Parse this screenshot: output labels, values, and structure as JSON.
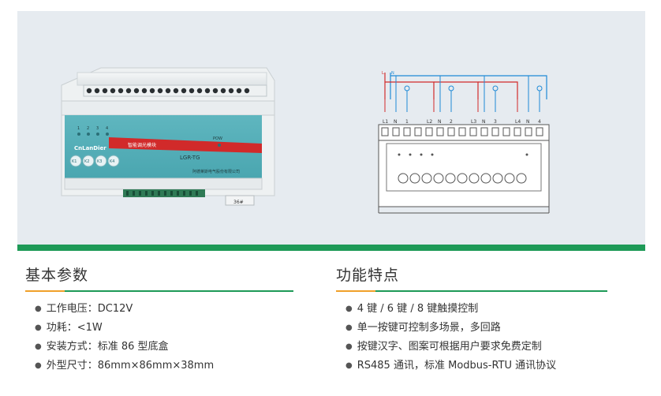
{
  "device": {
    "brand": "CnLanDier",
    "product_name": "智能调光模块",
    "model": "LGR-TG",
    "company": "阿德莱斯电气股份有限公司",
    "pow_label": "POW",
    "led_numbers": [
      "1",
      "2",
      "3",
      "4"
    ],
    "keys": [
      "K1",
      "K2",
      "K3",
      "K4"
    ],
    "size_tag": "36#"
  },
  "wiring": {
    "line_label": "L",
    "neutral_label": "N",
    "terminal_labels": [
      "L1",
      "N",
      "1",
      "L2",
      "N",
      "2",
      "L3",
      "N",
      "3",
      "L4",
      "N",
      "4"
    ]
  },
  "params": {
    "title": "基本参数",
    "items": [
      "工作电压：DC12V",
      "功耗：<1W",
      "安装方式：标准 86 型底盒",
      "外型尺寸：86mm×86mm×38mm"
    ]
  },
  "features": {
    "title": "功能特点",
    "items": [
      "4 键 / 6 键 / 8 键触摸控制",
      "单一按键可控制多场景，多回路",
      "按键汉字、图案可根据用户要求免费定制",
      "RS485 通讯，标准 Modbus-RTU 通讯协议"
    ]
  },
  "colors": {
    "accent_green": "#1e9a57",
    "accent_orange": "#f0a02a",
    "stripe_red": "#d12a2a",
    "wire_blue": "#1f8ad6"
  }
}
